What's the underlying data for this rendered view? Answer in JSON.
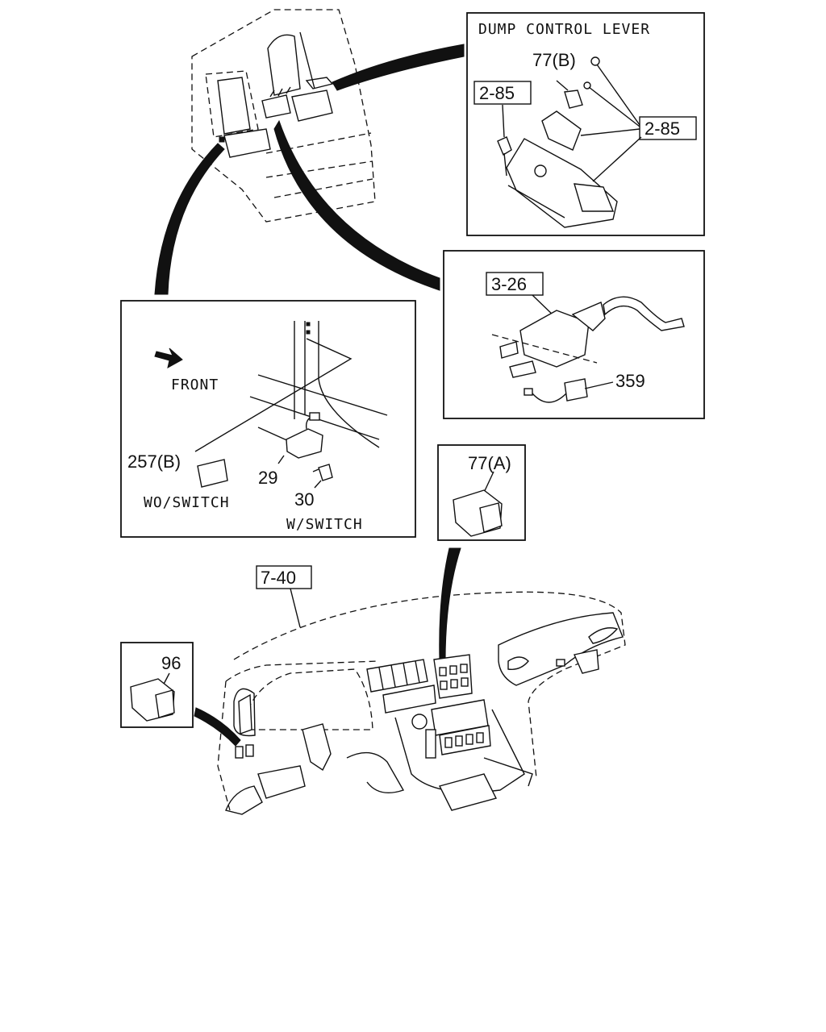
{
  "callouts": {
    "dump_title": "DUMP CONTROL LEVER",
    "ref_2_85_a": "2-85",
    "ref_2_85_b": "2-85",
    "part_77b": "77(B)",
    "ref_3_26": "3-26",
    "part_359": "359",
    "front": "FRONT",
    "part_257b": "257(B)",
    "part_29": "29",
    "part_30": "30",
    "wo_switch": "WO/SWITCH",
    "w_switch": "W/SWITCH",
    "part_77a": "77(A)",
    "ref_7_40": "7-40",
    "part_96": "96"
  }
}
